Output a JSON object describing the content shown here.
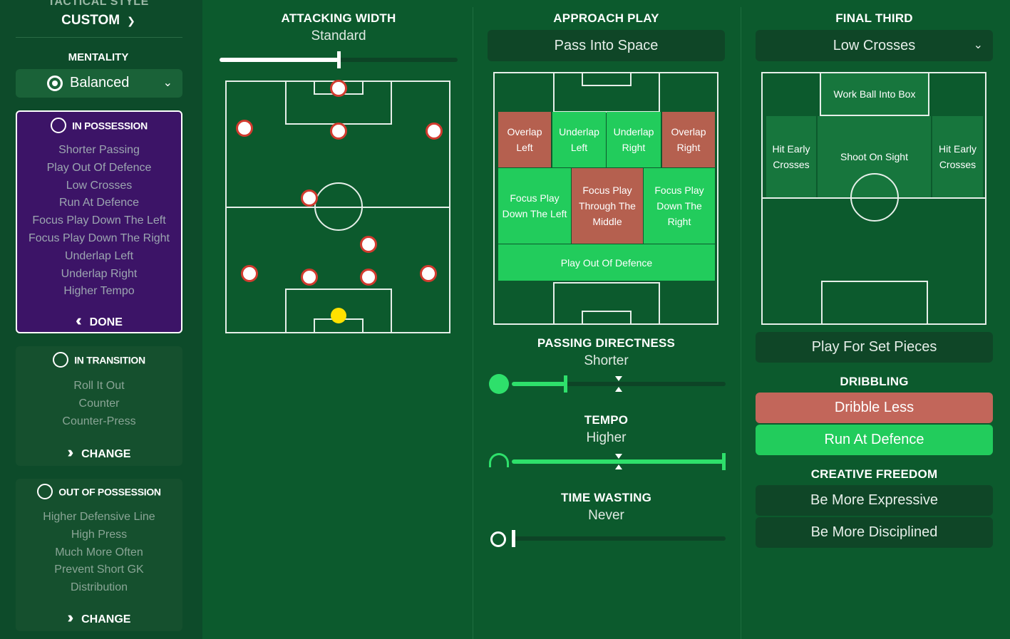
{
  "sidebar": {
    "tactical_style_label": "TACTICAL STYLE",
    "tactical_style_value": "CUSTOM",
    "mentality_label": "MENTALITY",
    "mentality_value": "Balanced",
    "in_possession": {
      "title": "IN POSSESSION",
      "items": [
        "Shorter Passing",
        "Play Out Of Defence",
        "Low Crosses",
        "Run At Defence",
        "Focus Play Down The Left",
        "Focus Play Down The Right",
        "Underlap Left",
        "Underlap Right",
        "Higher Tempo"
      ],
      "action": "DONE"
    },
    "in_transition": {
      "title": "IN TRANSITION",
      "items": [
        "Roll It Out",
        "Counter",
        "Counter-Press"
      ],
      "action": "CHANGE"
    },
    "out_of_possession": {
      "title": "OUT OF POSSESSION",
      "items": [
        "Higher Defensive Line",
        "High Press",
        "Much More Often",
        "Prevent Short GK",
        "Distribution"
      ],
      "action": "CHANGE"
    }
  },
  "attacking_width": {
    "title": "ATTACKING WIDTH",
    "value": "Standard",
    "level": 0.5
  },
  "approach_play": {
    "title": "APPROACH PLAY",
    "selected": "Pass Into Space",
    "zones": {
      "overlap_left": [
        "Overlap",
        "Left"
      ],
      "underlap_left": [
        "Underlap",
        "Left"
      ],
      "underlap_right": [
        "Underlap",
        "Right"
      ],
      "overlap_right": [
        "Overlap",
        "Right"
      ],
      "focus_left": [
        "Focus Play",
        "Down The Left"
      ],
      "focus_middle": [
        "Focus Play",
        "Through The",
        "Middle"
      ],
      "focus_right": [
        "Focus Play",
        "Down The",
        "Right"
      ],
      "play_out": "Play Out Of Defence"
    },
    "passing_directness": {
      "title": "PASSING DIRECTNESS",
      "value": "Shorter",
      "level": 0.25
    },
    "tempo": {
      "title": "TEMPO",
      "value": "Higher",
      "level": 1.0
    },
    "time_wasting": {
      "title": "TIME WASTING",
      "value": "Never",
      "level": 0.0
    }
  },
  "final_third": {
    "title": "FINAL THIRD",
    "selected": "Low Crosses",
    "zones": {
      "work_ball": "Work Ball Into Box",
      "hit_early_left": [
        "Hit Early",
        "Crosses"
      ],
      "shoot_on_sight": "Shoot On Sight",
      "hit_early_right": [
        "Hit Early",
        "Crosses"
      ]
    },
    "set_pieces": "Play For Set Pieces",
    "dribbling": {
      "title": "DRIBBLING",
      "options": [
        "Dribble Less",
        "Run At Defence"
      ]
    },
    "creative_freedom": {
      "title": "CREATIVE FREEDOM",
      "options": [
        "Be More Expressive",
        "Be More Disciplined"
      ]
    }
  },
  "colors": {
    "background": "#0c5a2d",
    "in_possession_panel": "#3c1467",
    "selected_red": "#c2665a",
    "selected_green": "#22cc5c"
  }
}
